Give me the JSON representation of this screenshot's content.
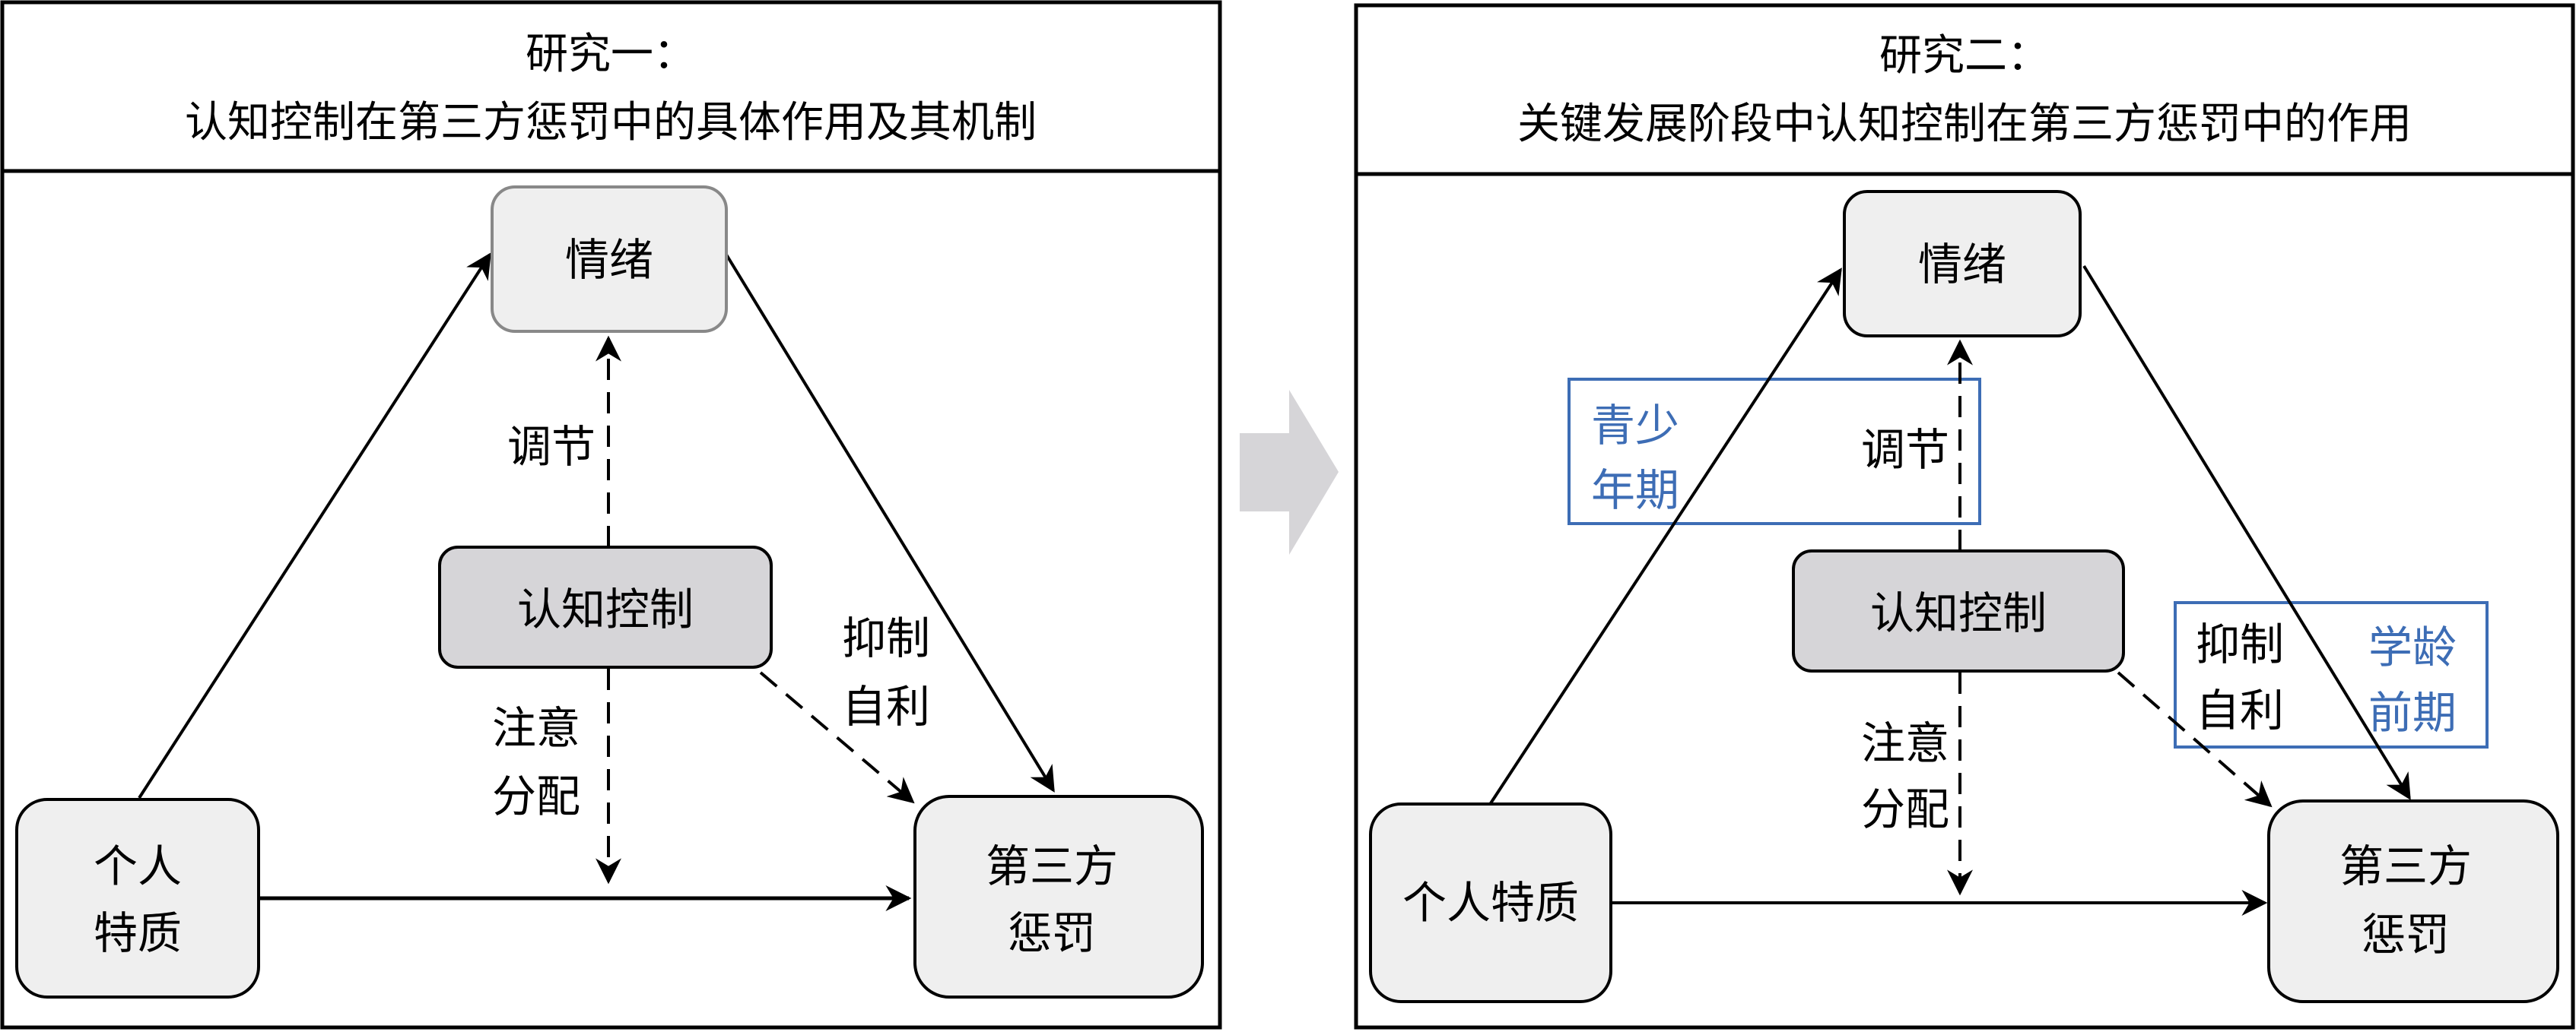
{
  "colors": {
    "accent_blue": "#3d6db5",
    "node_fill": "#efefef",
    "control_fill": "#d6d5d8",
    "arrow_gray": "#d6d5d8"
  },
  "study1": {
    "title_line1": "研究一：",
    "title_line2": "认知控制在第三方惩罚中的具体作用及其机制",
    "nodes": {
      "emotion": "情绪",
      "control": "认知控制",
      "trait_l1": "个人",
      "trait_l2": "特质",
      "punish_l1": "第三方",
      "punish_l2": "惩罚"
    },
    "edge_labels": {
      "regulation": "调节",
      "attention_l1": "注意",
      "attention_l2": "分配",
      "inhibit_l1": "抑制",
      "inhibit_l2": "自利"
    }
  },
  "study2": {
    "title_line1": "研究二：",
    "title_line2": "关键发展阶段中认知控制在第三方惩罚中的作用",
    "nodes": {
      "emotion": "情绪",
      "control": "认知控制",
      "trait": "个人特质",
      "punish_l1": "第三方",
      "punish_l2": "惩罚"
    },
    "edge_labels": {
      "regulation": "调节",
      "attention_l1": "注意",
      "attention_l2": "分配",
      "inhibit_l1": "抑制",
      "inhibit_l2": "自利"
    },
    "stages": {
      "adolescence_l1": "青少",
      "adolescence_l2": "年期",
      "preschool_l1": "学龄",
      "preschool_l2": "前期"
    }
  }
}
